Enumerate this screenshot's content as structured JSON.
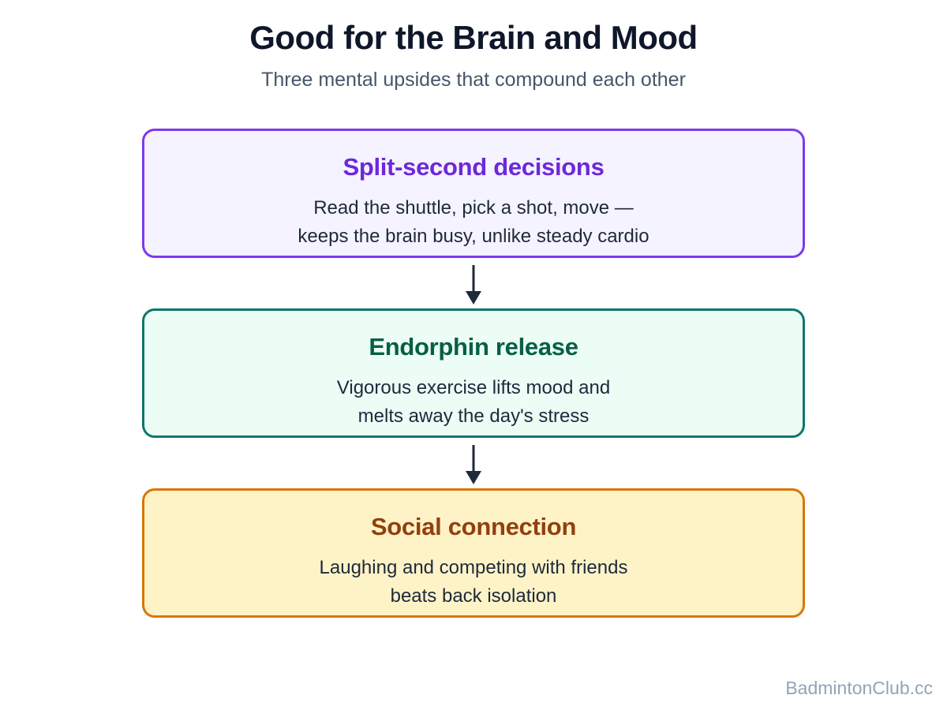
{
  "header": {
    "title": "Good for the Brain and Mood",
    "subtitle": "Three mental upsides that compound each other"
  },
  "steps": [
    {
      "title": "Split-second decisions",
      "lines": [
        "Read the shuttle, pick a shot, move —",
        "keeps the brain busy, unlike steady cardio"
      ],
      "border_color": "#7c3aed",
      "fill_color": "#f5f3ff",
      "title_color": "#6d28d9"
    },
    {
      "title": "Endorphin release",
      "lines": [
        "Vigorous exercise lifts mood and",
        "melts away the day's stress"
      ],
      "border_color": "#0f766e",
      "fill_color": "#ecfdf5",
      "title_color": "#065f46"
    },
    {
      "title": "Social connection",
      "lines": [
        "Laughing and competing with friends",
        "beats back isolation"
      ],
      "border_color": "#d97706",
      "fill_color": "#fef3c7",
      "title_color": "#92400e"
    }
  ],
  "arrow_color": "#1e293b",
  "watermark": "BadmintonClub.cc"
}
